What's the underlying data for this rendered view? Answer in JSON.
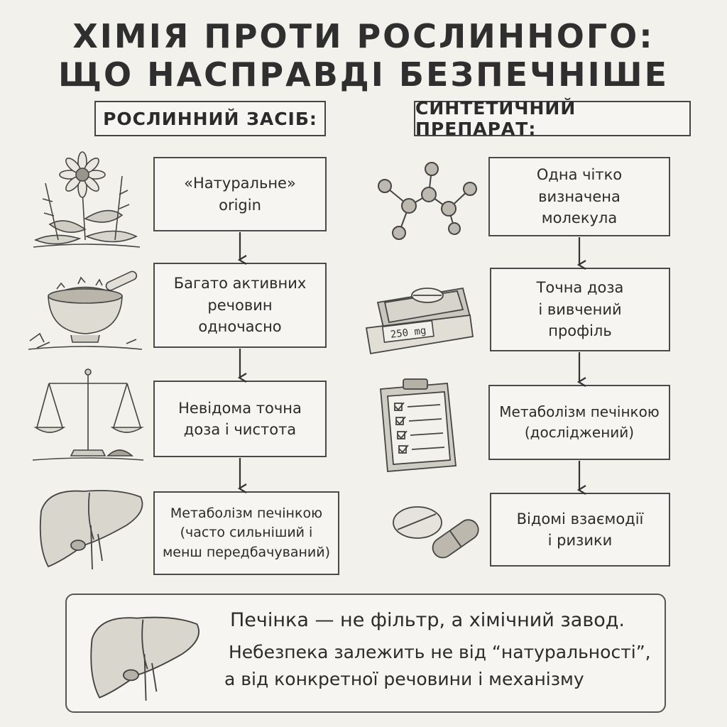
{
  "title": {
    "line1": "ХІМІЯ ПРОТИ РОСЛИННОГО:",
    "line2": "ЩО НАСПРАВДІ БЕЗПЕЧНІШЕ"
  },
  "left": {
    "header": "РОСЛИННИЙ ЗАСІБ:",
    "steps": [
      {
        "lines": [
          "«Натуральне»",
          "origin"
        ]
      },
      {
        "lines": [
          "Багато активних",
          "речовин",
          "одночасно"
        ]
      },
      {
        "lines": [
          "Невідома точна",
          "доза і чистота"
        ]
      },
      {
        "lines": [
          "Метаболізм печінкою",
          "(часто сильніший і",
          "менш передбачуваний)"
        ]
      }
    ],
    "icons": [
      "flower-herbs-icon",
      "mortar-herbs-icon",
      "balance-scale-icon",
      "liver-icon"
    ]
  },
  "right": {
    "header": "СИНТЕТИЧНИЙ ПРЕПАРАТ:",
    "steps": [
      {
        "lines": [
          "Одна чітко",
          "визначена",
          "молекула"
        ]
      },
      {
        "lines": [
          "Точна доза",
          "і вивчений",
          "профіль"
        ]
      },
      {
        "lines": [
          "Метаболізм печінкою",
          "(досліджений)"
        ]
      },
      {
        "lines": [
          "Відомі взаємодії",
          "і ризики"
        ]
      }
    ],
    "icons": [
      "molecule-icon",
      "digital-scale-icon",
      "clipboard-checklist-icon",
      "pills-icon"
    ],
    "scale_readout": "250 mg"
  },
  "summary": {
    "line1": "Печінка — не фільтр, а хімічний завод.",
    "line2": "Небезпека залежить не від “натуральності”,",
    "line3": "а від конкретної речовини і механізму",
    "icon": "liver-icon"
  }
}
